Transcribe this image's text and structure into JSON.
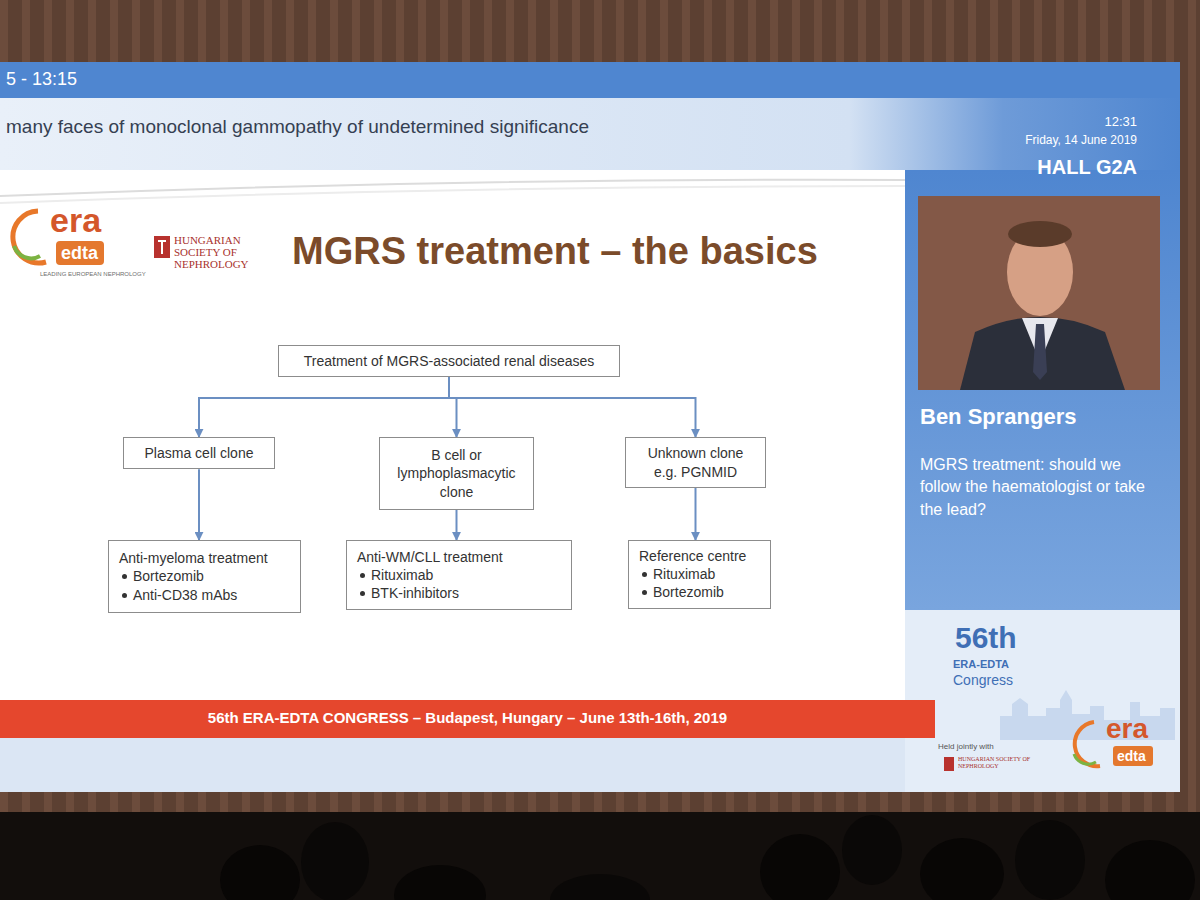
{
  "diagram": {
    "title": "MGRS treatment – the basics",
    "nodes": [
      {
        "text": [
          "Treatment of MGRS-associated renal diseases"
        ]
      },
      {
        "text": [
          "Plasma cell clone"
        ]
      },
      {
        "text": [
          "B cell or lymphoplasmacytic clone"
        ]
      },
      {
        "text": [
          "Unknown clone e.g. PGNMID"
        ]
      },
      {
        "text": [
          "Anti-myeloma treatment",
          "Bortezomib",
          "Anti-CD38 mAbs"
        ]
      },
      {
        "text": [
          "Anti-WM/CLL treatment",
          "Rituximab",
          "BTK-inhibitors"
        ]
      },
      {
        "text": [
          "Reference centre",
          "Rituximab",
          "Bortezomib"
        ]
      }
    ],
    "edges": [
      {
        "from": 0,
        "to": 1,
        "arrow": "to"
      },
      {
        "from": 0,
        "to": 2,
        "arrow": "to"
      },
      {
        "from": 0,
        "to": 3,
        "arrow": "to"
      },
      {
        "from": 1,
        "to": 4,
        "arrow": "to"
      },
      {
        "from": 2,
        "to": 5,
        "arrow": "to"
      },
      {
        "from": 3,
        "to": 6,
        "arrow": "to"
      }
    ],
    "labels": [
      "5 - 13:15",
      "many faces of monoclonal gammopathy of undetermined significance",
      "12:31",
      "Friday, 14 June 2019",
      "HALL G2A",
      "era",
      "edta",
      "LEADING EUROPEAN NEPHROLOGY",
      "HUNGARIAN SOCIETY OF NEPHROLOGY",
      "56th ERA-EDTA CONGRESS – Budapest, Hungary – June 13th-16th, 2019",
      "Ben Sprangers",
      "MGRS treatment: should we follow the haematologist or take the lead?",
      "56th",
      "ERA-EDTA",
      "Congress",
      "Held jointly with",
      "HUNGARIAN SOCIETY OF NEPHROLOGY",
      "era",
      "edta"
    ]
  }
}
